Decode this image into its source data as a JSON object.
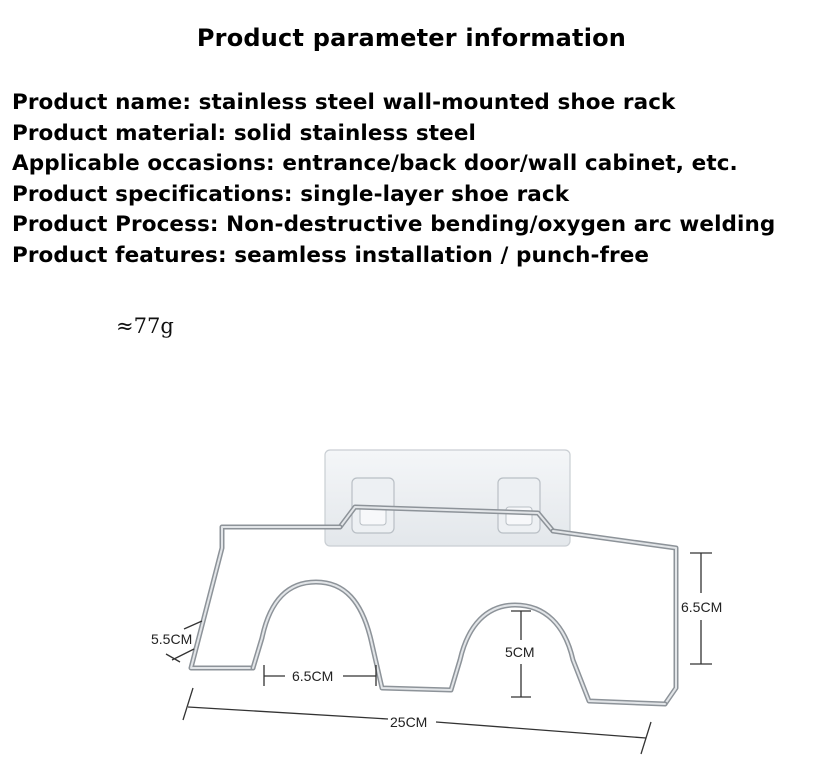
{
  "title": "Product parameter information",
  "specs": [
    "Product name: stainless steel wall-mounted shoe rack",
    "Product material: solid stainless steel",
    "Applicable occasions: entrance/back door/wall cabinet, etc.",
    "Product specifications: single-layer shoe rack",
    "Product Process: Non-destructive bending/oxygen arc welding",
    "Product features: seamless installation / punch-free"
  ],
  "weight": "≈77g",
  "dimensions": {
    "height_right": "6.5CM",
    "depth_left": "5.5CM",
    "arch_gap": "6.5CM",
    "arch_height": "5CM",
    "length": "25CM"
  }
}
